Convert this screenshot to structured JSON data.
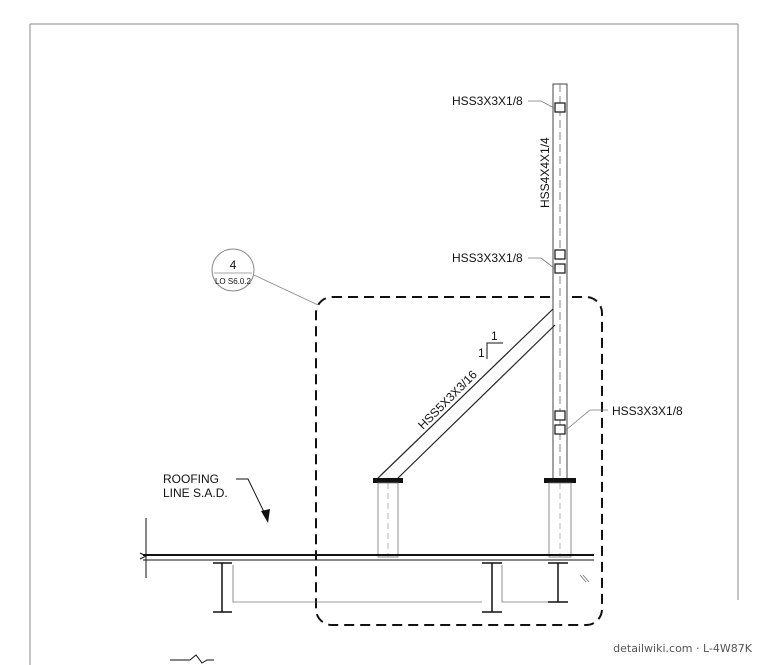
{
  "labels": {
    "hss_top": "HSS3X3X1/8",
    "hss_mid": "HSS3X3X1/8",
    "hss_right": "HSS3X3X1/8",
    "post": "HSS4X4X1/4",
    "brace": "HSS5X3X3/16",
    "slope_rise": "1",
    "slope_run": "1",
    "roofing_line1": "ROOFING",
    "roofing_line2": "LINE S.A.D."
  },
  "callout": {
    "number": "4",
    "sheet": "LO S6.0.2"
  },
  "watermark": "detailwiki.com · L-4W87K"
}
